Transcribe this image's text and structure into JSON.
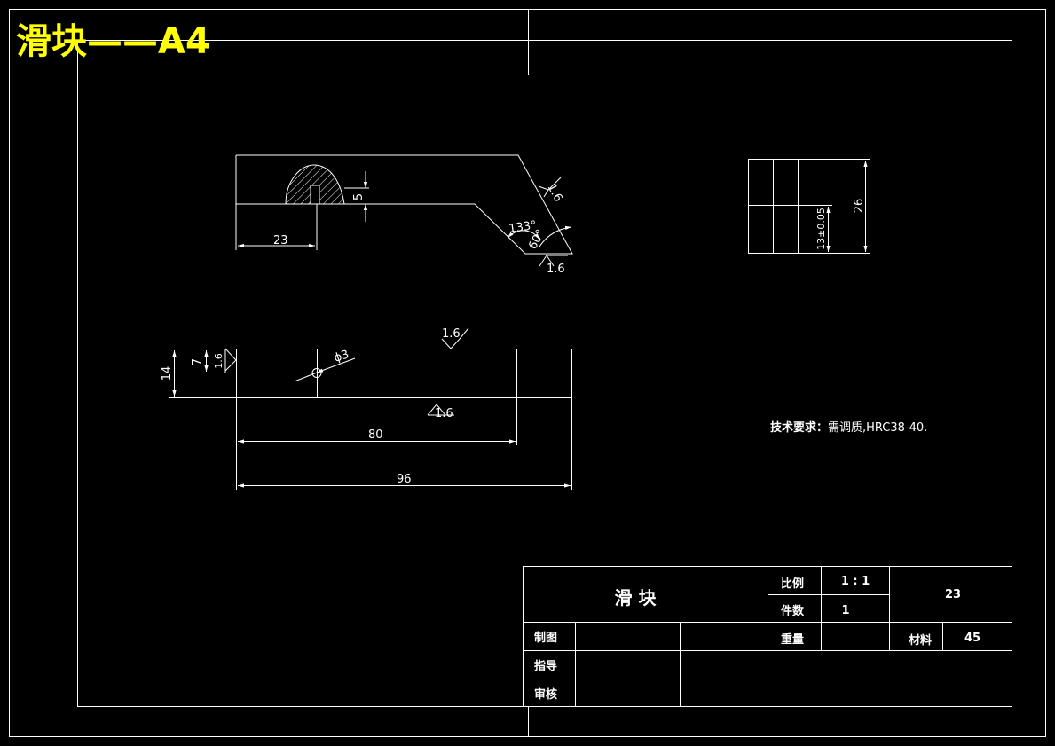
{
  "sheet_title": "滑块——A4",
  "colors": {
    "background": "#000000",
    "lines": "#ffffff",
    "title": "#ffff00"
  },
  "dimensions": {
    "front": {
      "d23": "23",
      "d5": "5",
      "angle133": "133°",
      "angle60": "60°",
      "rough1": "1.6",
      "rough2": "1.6"
    },
    "side": {
      "d26": "26",
      "d13": "13±0.05"
    },
    "top": {
      "d14": "14",
      "d7": "7",
      "rough_left": "1.6",
      "phi3": "ϕ3",
      "rough_top": "1.6",
      "rough_bottom": "1.6",
      "d80": "80",
      "d96": "96"
    }
  },
  "tech_req": {
    "label": "技术要求：",
    "text": "需调质,HRC38-40."
  },
  "title_block": {
    "part_name": "滑 块",
    "scale_label": "比例",
    "scale_value": "1 : 1",
    "qty_label": "件数",
    "qty_value": "1",
    "drawing_no": "23",
    "weight_label": "重量",
    "material_label": "材料",
    "material_value": "45",
    "drawn_label": "制图",
    "guide_label": "指导",
    "review_label": "审核"
  }
}
